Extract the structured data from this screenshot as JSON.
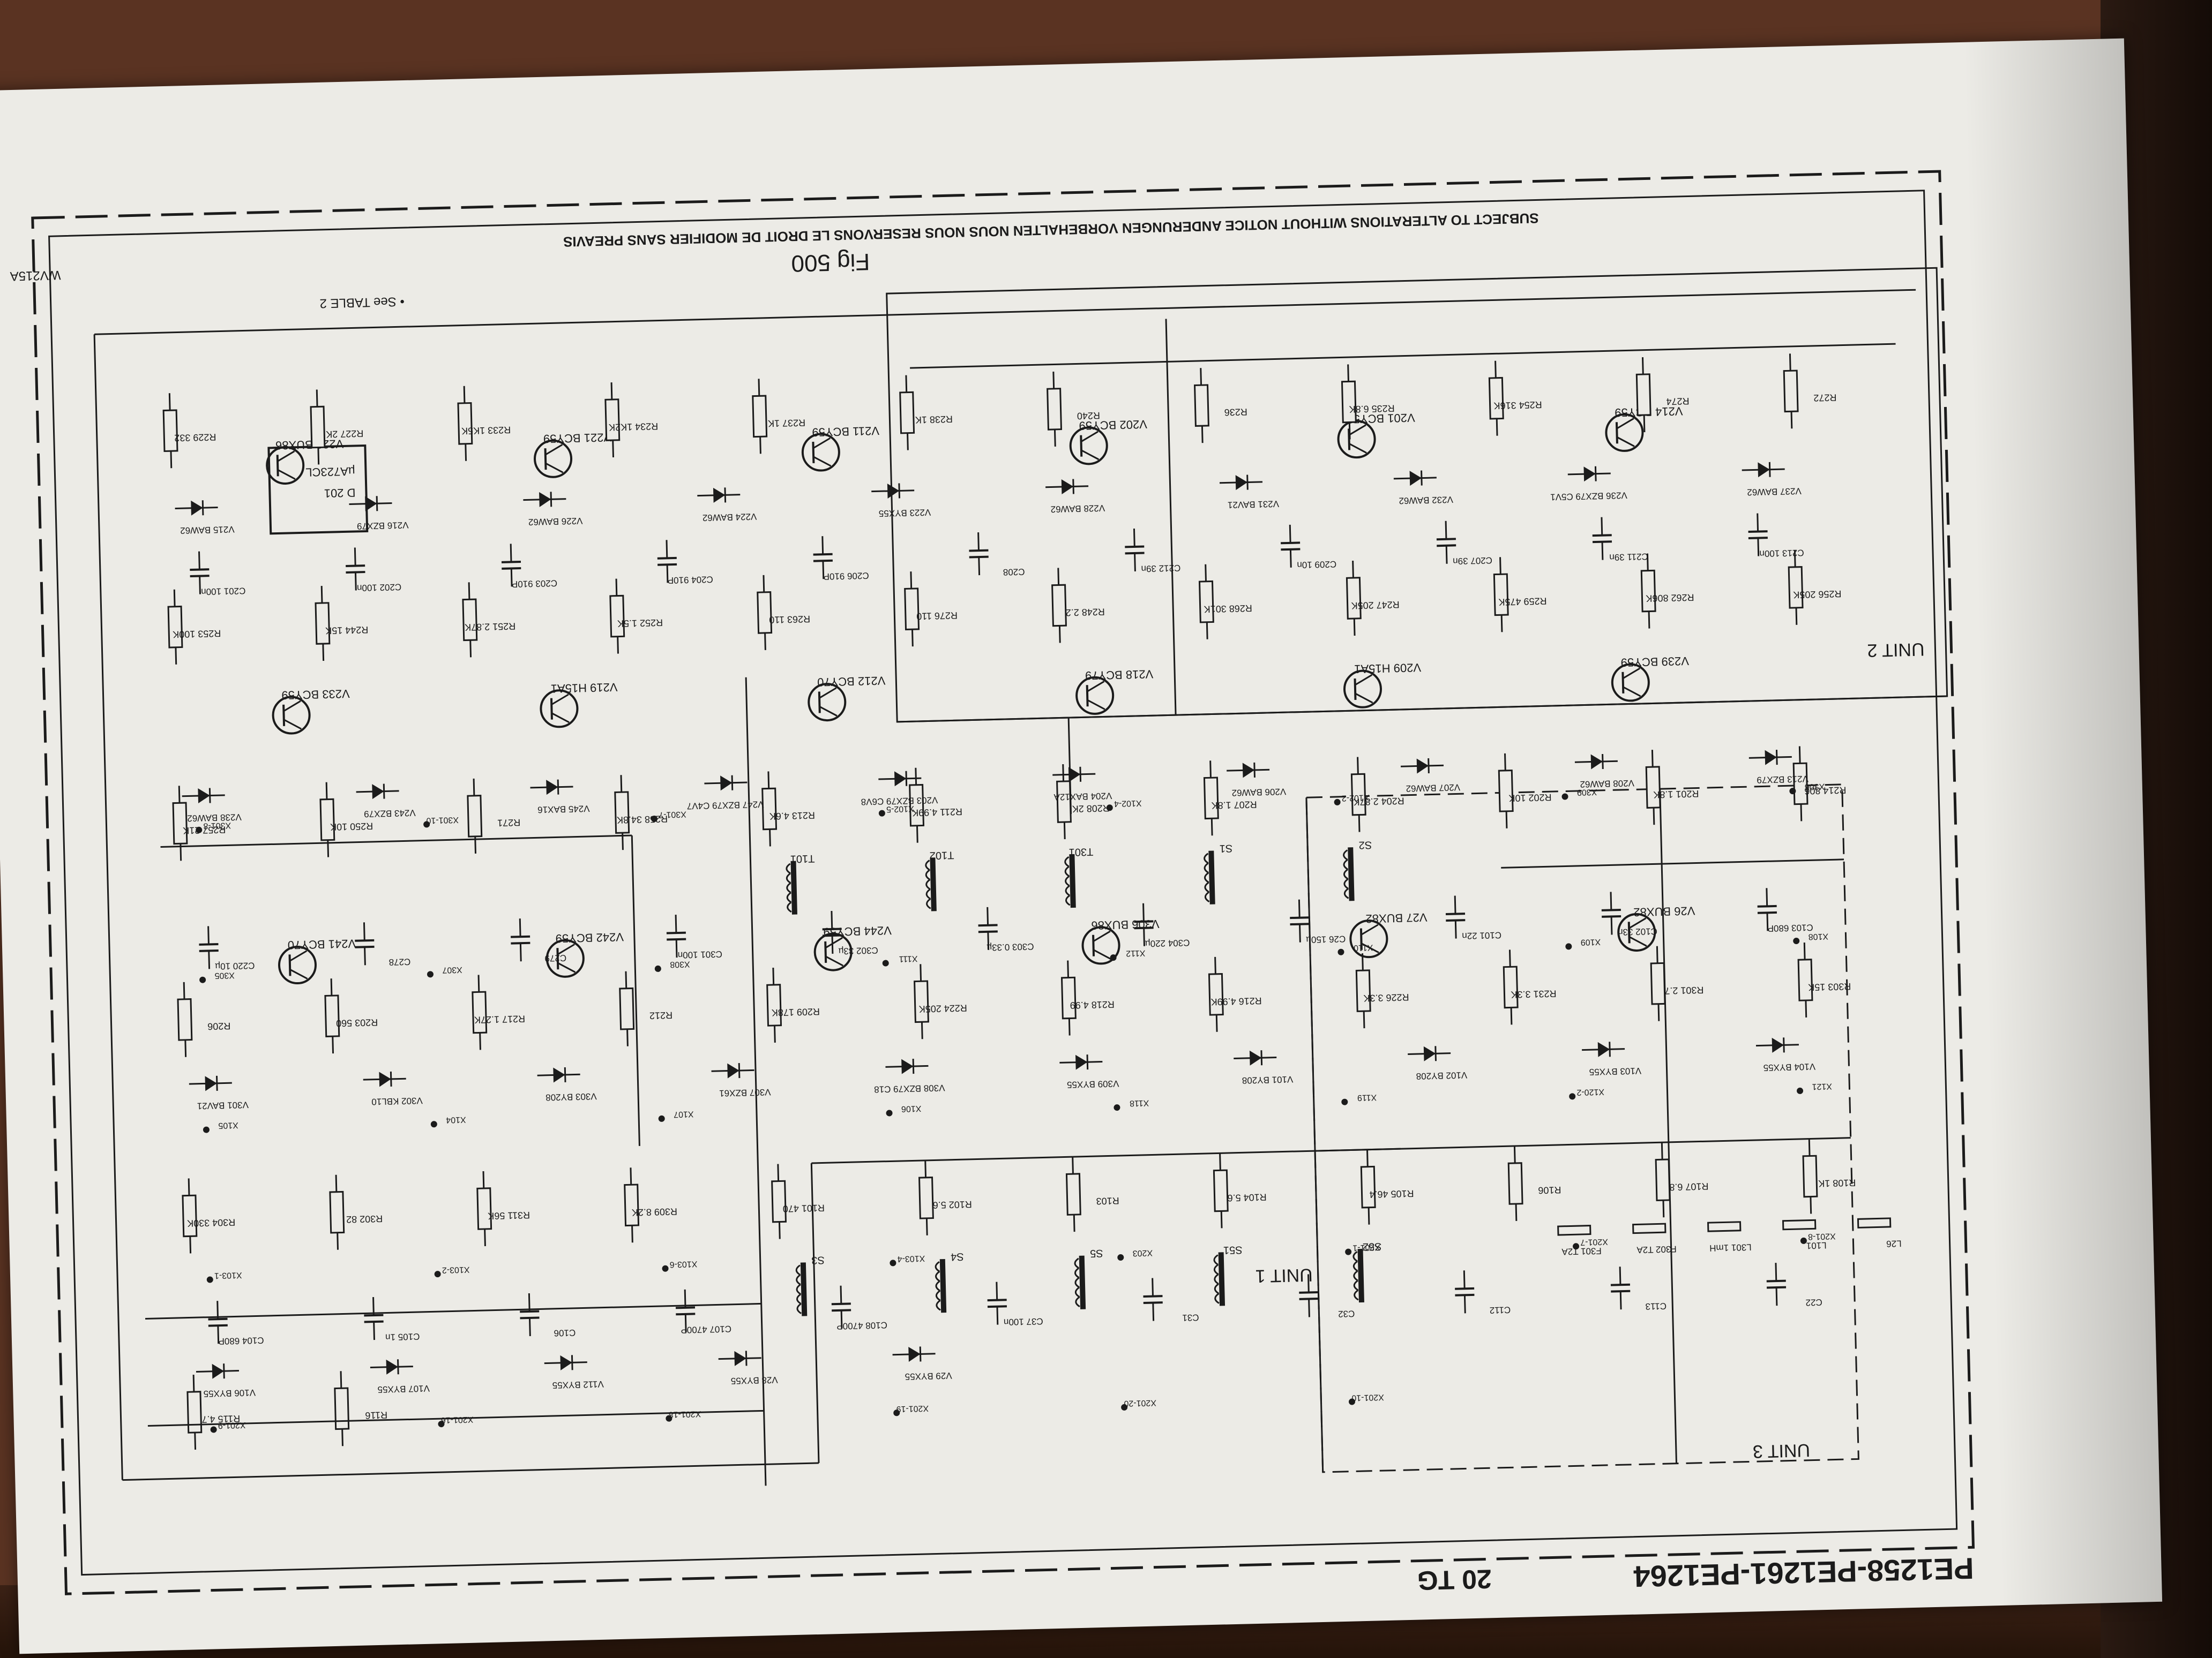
{
  "page": {
    "model_title": "PE1258-PE1261-PE1264",
    "page_code": "20 TG",
    "figure": "Fig 500",
    "notice": "SUBJECT TO ALTERATIONS WITHOUT NOTICE  ANDERUNGEN VORBEHALTEN  NOUS NOUS RESERVONS LE DROIT DE MODIFIER SANS PREAVIS",
    "see_table": "• See TABLE 2",
    "corner_code": "WV215A"
  },
  "units": {
    "unit1": "UNIT 1",
    "unit2": "UNIT 2",
    "unit3": "UNIT 3"
  },
  "components": {
    "ic": [
      "D 201",
      "µA723CL"
    ],
    "transistors": [
      "V222 BUX86",
      "V221 BCY59",
      "V211 BCY59",
      "V202 BCY59",
      "V201 BCY59",
      "V214 BCY59",
      "V233 BCY59",
      "V219 H15A1",
      "V212 BCY70",
      "V218 BCY79",
      "V209 H15A1",
      "V239 BCY59",
      "V241 BCY70",
      "V242 BCY59",
      "V244 BCY59",
      "V306 BUX86",
      "V27 BUX82",
      "V26 BUX82"
    ],
    "resistors": [
      "R229 332",
      "R227 2K",
      "R233 1K5K",
      "R234 1K2K",
      "R237 1K",
      "R238 1K",
      "R240",
      "R236",
      "R235 6.8K",
      "R254 316K",
      "R274",
      "R272",
      "R253 100K",
      "R244 15K",
      "R251 2.87K",
      "R252 1.5K",
      "R263 110",
      "R276 110",
      "R248 2.2",
      "R268 301K",
      "R247 205K",
      "R259 475K",
      "R262 806K",
      "R256 205K",
      "R257 21K",
      "R250 10K",
      "R271",
      "R258 34.8K",
      "R213 4.6K",
      "R211 4.99K",
      "R208 2K",
      "R207 1.8K",
      "R204 2.87K",
      "R202 10K",
      "R201 1.8K",
      "R214 806",
      "R206",
      "R203 560",
      "R217 1.27K",
      "R212",
      "R209 178K",
      "R224 205K",
      "R218 4.99",
      "R216 4.99K",
      "R226 3.3K",
      "R231 3.3K",
      "R301 2.7",
      "R303 15K",
      "R304 330K",
      "R302 82",
      "R311 56K",
      "R309 8.2K",
      "R101 470",
      "R102 5.6",
      "R103",
      "R104 5.6",
      "R105 46.4",
      "R106",
      "R107 6.8",
      "R108 1K",
      "R115 4.7",
      "R116"
    ],
    "capacitors": [
      "C201 100n",
      "C202 100n",
      "C203 910P",
      "C204 910P",
      "C206 910P",
      "C208",
      "C212 39n",
      "C209 10n",
      "C207 39n",
      "C211 39n",
      "C213 100n",
      "C220 10µ",
      "C278",
      "C279",
      "C301 100n",
      "C302 33µ",
      "C303 0.33µ",
      "C304 220µ",
      "C26 150µ",
      "C101 22n",
      "C102 33n",
      "C103 680P",
      "C104 680P",
      "C105 1n",
      "C106",
      "C107 4700P",
      "C108 4700P",
      "C37 100n",
      "C31",
      "C32",
      "C112",
      "C113",
      "C22"
    ],
    "diodes": [
      "V215 BAW62",
      "V216 BZX79",
      "V226 BAW62",
      "V224 BAW62",
      "V223 BYX55",
      "V228 BAW62",
      "V231 BAV21",
      "V232 BAW62",
      "V236 BZX79 C5V1",
      "V237 BAW62",
      "V238 BAW62",
      "V243 BZX79",
      "V245 BAX16",
      "V247 BZX79 C4V7",
      "V203 BZX79 C6V8",
      "V204 BAX12A",
      "V206 BAW62",
      "V207 BAW62",
      "V208 BAW62",
      "V213 BZX79",
      "V301 BAV21",
      "V302 KBL10",
      "V303 BY208",
      "V307 BZX61",
      "V308 BZX79 C18",
      "V309 BYX55",
      "V101 BY208",
      "V102 BY208",
      "V103 BYX55",
      "V104 BYX55",
      "V106 BYX55",
      "V107 BYX55",
      "V112 BYX55",
      "V28 BYX55",
      "V29 BYX55"
    ],
    "transformers": [
      "T101",
      "T102",
      "T301",
      "S1",
      "S2",
      "S3",
      "S4",
      "S5",
      "S51",
      "S52"
    ],
    "fuses": [
      "F301 T2A",
      "F302 T2A",
      "L301 1mH",
      "L101",
      "L26"
    ],
    "connectors": [
      "X301-8",
      "X301-10",
      "X301-7",
      "X102-5",
      "X102-4",
      "X102-2",
      "X309",
      "X306",
      "X305",
      "X307",
      "X308",
      "X111",
      "X112",
      "X110",
      "X109",
      "X108",
      "X105",
      "X104",
      "X107",
      "X106",
      "X118",
      "X119",
      "X120-2",
      "X121",
      "X103-1",
      "X103-2",
      "X103-6",
      "X103-4",
      "X203",
      "X201-1",
      "X201-7",
      "X201-8",
      "X201-9",
      "X201-16",
      "X201-18",
      "X201-19",
      "X201-20",
      "X201-10"
    ]
  }
}
